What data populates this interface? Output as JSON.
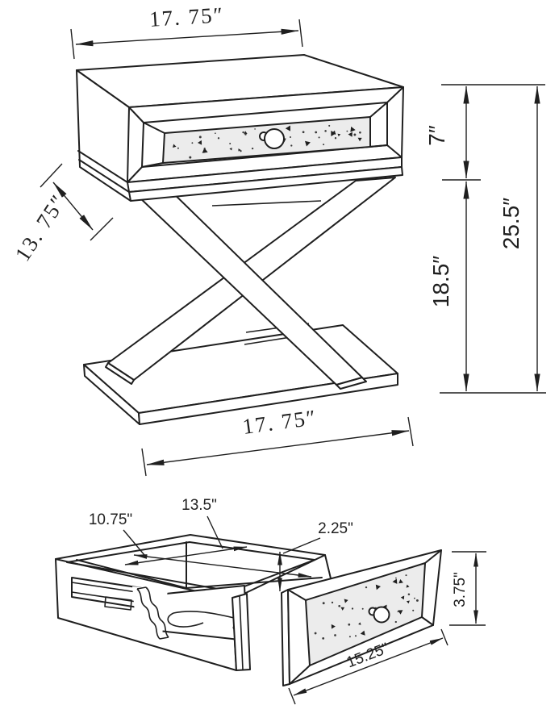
{
  "page": {
    "line_color": "#1f1f1f",
    "panel_fill": "#ececec",
    "background": "#ffffff"
  },
  "front_view": {
    "description": "x-base-accent-table-front-perspective",
    "top_width_label": "17. 75″",
    "depth_label": "13. 75″",
    "drawer_height_label": "7″",
    "base_height_label": "18.5″",
    "overall_height_label": "25.5″",
    "bottom_width_label": "17. 75″"
  },
  "drawer_view": {
    "description": "drawer-detail-perspective",
    "interior_width_label": "10.75\"",
    "interior_depth_label": "13.5\"",
    "interior_height_label": "2.25\"",
    "front_width_label": "15.25\"",
    "front_height_label": "3.75\""
  }
}
